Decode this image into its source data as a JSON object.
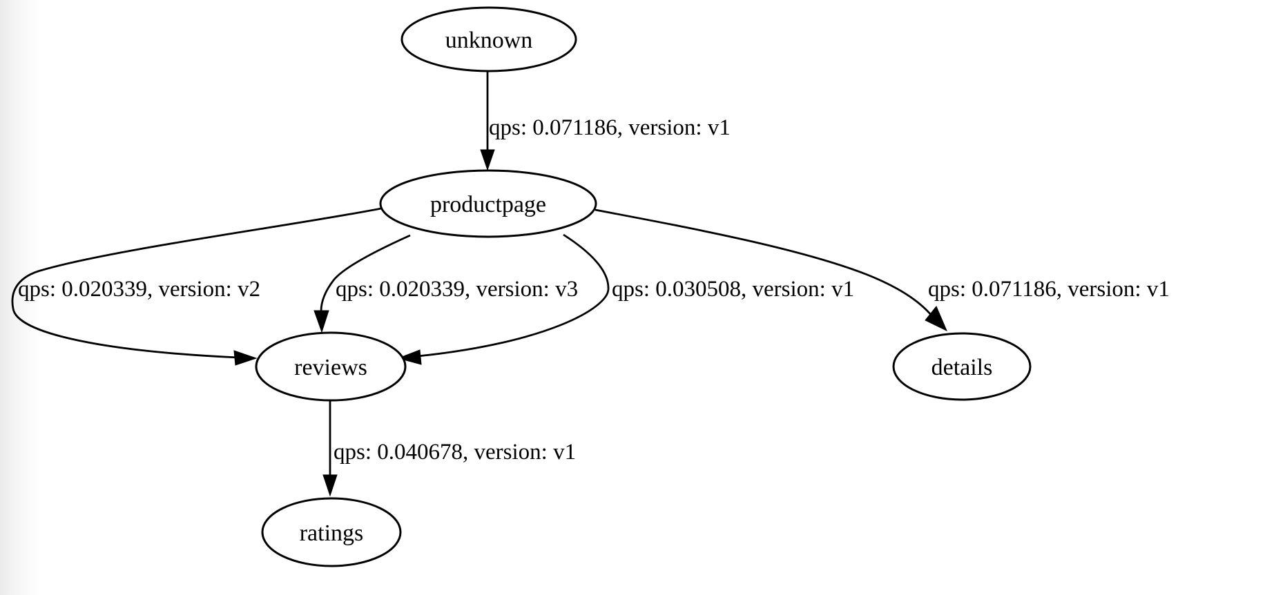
{
  "page": {
    "background_color": "#ffffff",
    "stroke_color": "#000000"
  },
  "graph": {
    "type": "directed-service-graph",
    "nodes": [
      {
        "id": "unknown",
        "label": "unknown"
      },
      {
        "id": "productpage",
        "label": "productpage"
      },
      {
        "id": "reviews",
        "label": "reviews"
      },
      {
        "id": "details",
        "label": "details"
      },
      {
        "id": "ratings",
        "label": "ratings"
      }
    ],
    "edges": [
      {
        "from": "unknown",
        "to": "productpage",
        "qps": "0.071186",
        "version": "v1",
        "label": "qps: 0.071186, version: v1"
      },
      {
        "from": "productpage",
        "to": "reviews",
        "qps": "0.020339",
        "version": "v2",
        "label": "qps: 0.020339, version: v2"
      },
      {
        "from": "productpage",
        "to": "reviews",
        "qps": "0.020339",
        "version": "v3",
        "label": "qps: 0.020339, version: v3"
      },
      {
        "from": "productpage",
        "to": "reviews",
        "qps": "0.030508",
        "version": "v1",
        "label": "qps: 0.030508, version: v1"
      },
      {
        "from": "productpage",
        "to": "details",
        "qps": "0.071186",
        "version": "v1",
        "label": "qps: 0.071186, version: v1"
      },
      {
        "from": "reviews",
        "to": "ratings",
        "qps": "0.040678",
        "version": "v1",
        "label": "qps: 0.040678, version: v1"
      }
    ]
  }
}
